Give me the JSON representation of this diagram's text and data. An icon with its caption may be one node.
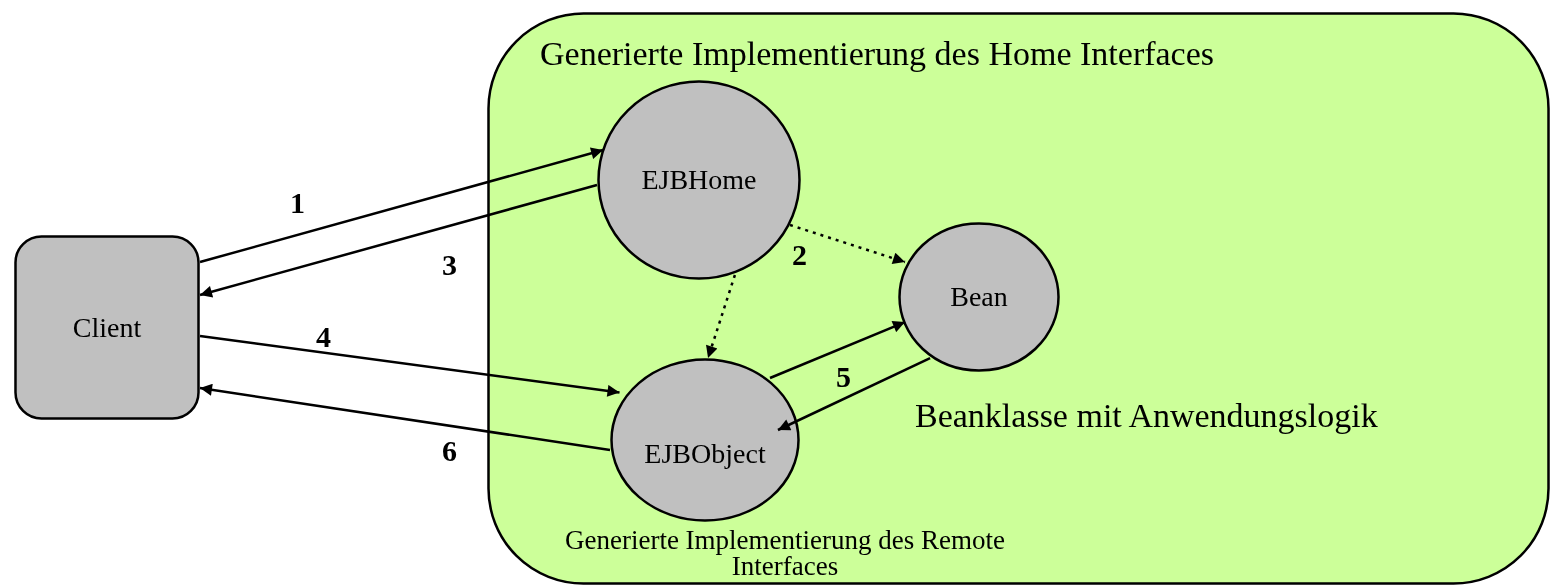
{
  "diagram": {
    "nodes": [
      {
        "text": [
          "Client"
        ]
      },
      {
        "text": [
          "Generierte Implementierung des Home Interfaces"
        ]
      },
      {
        "text": [
          "EJBHome"
        ],
        "in": 1
      },
      {
        "text": [
          "Bean"
        ],
        "in": 1,
        "beside": [
          "Beanklasse mit Anwendungslogik"
        ]
      },
      {
        "text": [
          "EJBObject"
        ],
        "in": 1,
        "beside": [
          "Generierte Implementierung des Remote Interfaces"
        ]
      }
    ],
    "edges": [
      {
        "from": 0,
        "to": 2,
        "arrow": "to",
        "label": "1"
      },
      {
        "from": 2,
        "to": 0,
        "arrow": "to",
        "label": "3"
      },
      {
        "from": 2,
        "to": 3,
        "arrow": "to",
        "label": "2",
        "style": "dashed"
      },
      {
        "from": 2,
        "to": 4,
        "arrow": "to",
        "style": "dashed"
      },
      {
        "from": 0,
        "to": 4,
        "arrow": "to",
        "label": "4"
      },
      {
        "from": 4,
        "to": 3,
        "arrow": "to",
        "label": "5"
      },
      {
        "from": 3,
        "to": 4,
        "arrow": "to"
      },
      {
        "from": 4,
        "to": 0,
        "arrow": "to",
        "label": "6"
      }
    ]
  }
}
